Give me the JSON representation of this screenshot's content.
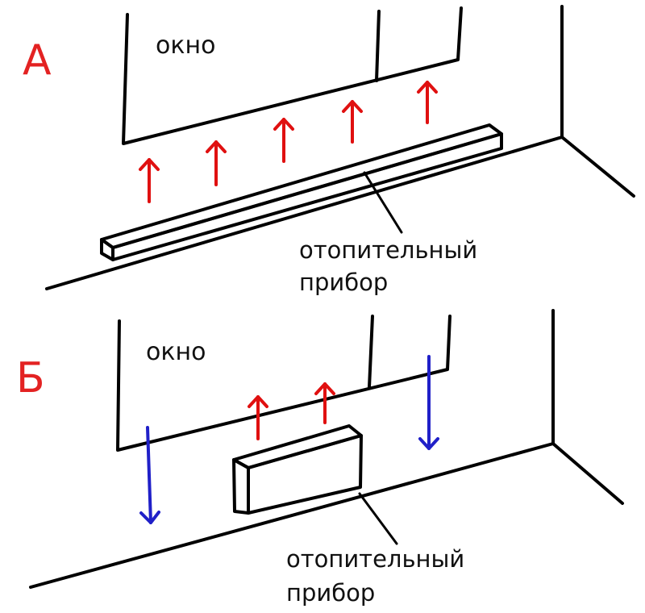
{
  "colors": {
    "ink": "#000000",
    "panel_letter": "#e32222",
    "warm_arrow": "#e01010",
    "cold_arrow": "#2020c8"
  },
  "panel_a": {
    "letter": "А",
    "window_label": "окно",
    "heater_label_line1": "отопительный",
    "heater_label_line2": "прибор"
  },
  "panel_b": {
    "letter": "Б",
    "window_label": "окно",
    "heater_label_line1": "отопительный",
    "heater_label_line2": "прибор"
  }
}
